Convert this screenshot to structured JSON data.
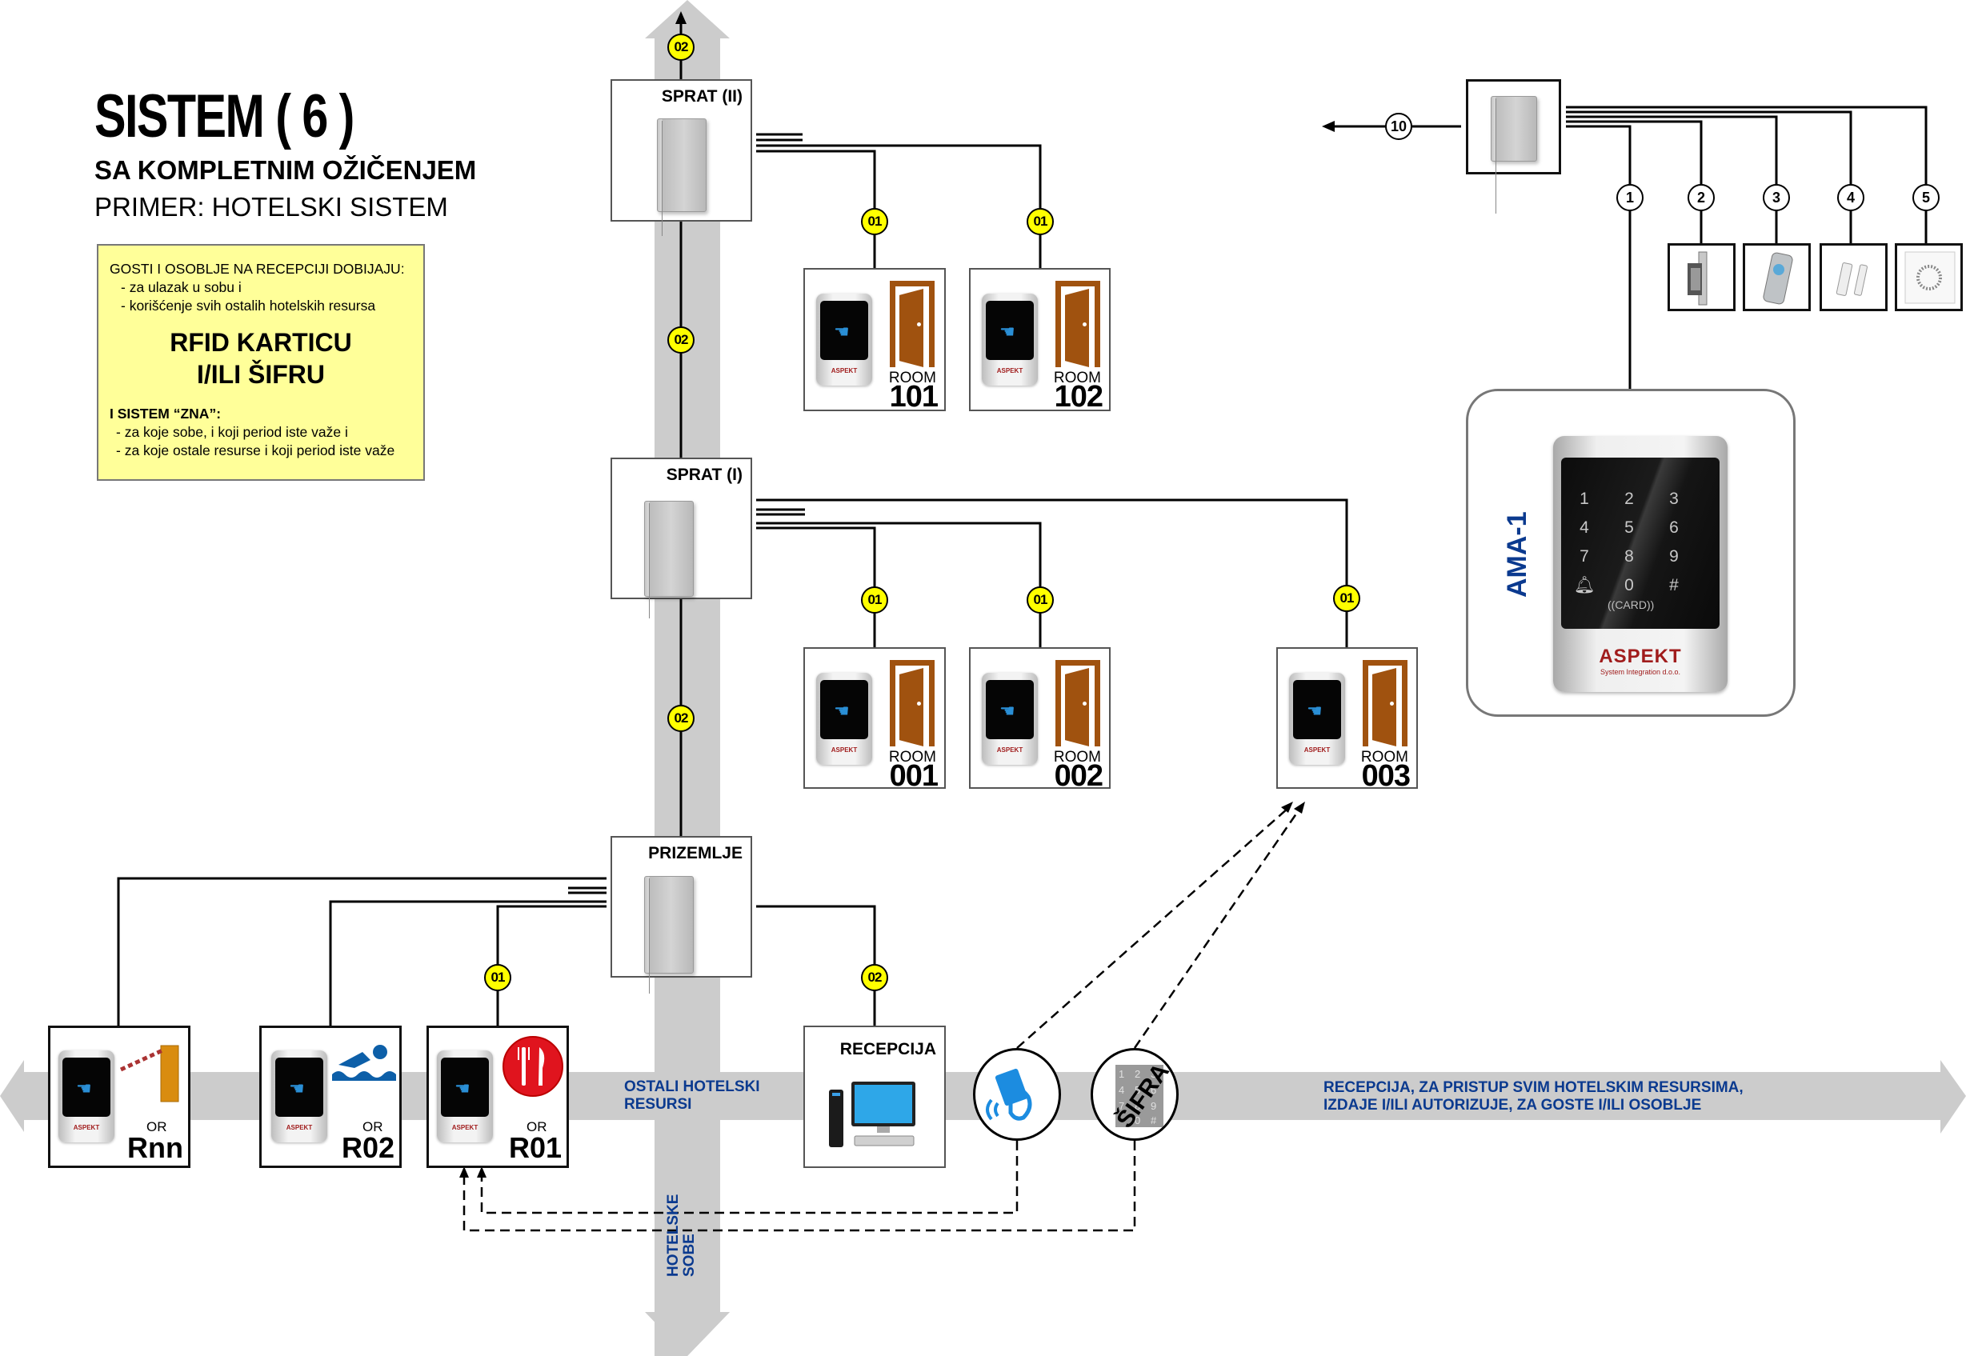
{
  "header": {
    "title": "SISTEM ( 6 )",
    "subtitle": "SA KOMPLETNIM OŽIČENJEM",
    "example": "PRIMER: HOTELSKI SISTEM"
  },
  "note": {
    "intro": "GOSTI I OSOBLJE NA RECEPCIJI DOBIJAJU:",
    "intro_items": [
      "- za ulazak u sobu i",
      "- korišćenje svih ostalih hotelskih resursa"
    ],
    "highlight_line1": "RFID KARTICU",
    "highlight_line2": "I/ILI ŠIFRU",
    "system_heading": "I SISTEM “ZNA”:",
    "system_items": [
      "- za koje sobe, i koji period iste važe i",
      "- za koje ostale resurse i koji period iste važe"
    ]
  },
  "controllers": [
    {
      "label": "SPRAT (II)"
    },
    {
      "label": "SPRAT (I)"
    },
    {
      "label": "PRIZEMLJE"
    }
  ],
  "cable_badges": {
    "riser": "02",
    "door": "01",
    "reception": "02"
  },
  "rooms": [
    {
      "word": "ROOM",
      "number": "101"
    },
    {
      "word": "ROOM",
      "number": "102"
    },
    {
      "word": "ROOM",
      "number": "001"
    },
    {
      "word": "ROOM",
      "number": "002"
    },
    {
      "word": "ROOM",
      "number": "003"
    }
  ],
  "resources": [
    {
      "or": "OR",
      "id": "Rnn",
      "icon": "parking-barrier-icon"
    },
    {
      "or": "OR",
      "id": "R02",
      "icon": "swimming-pool-icon"
    },
    {
      "or": "OR",
      "id": "R01",
      "icon": "restaurant-icon"
    }
  ],
  "reception": {
    "label": "RECEPCIJA",
    "icon": "computer-icon"
  },
  "credentials": {
    "card_icon": "rfid-card-icon",
    "code_label": "ŠIFRA",
    "code_keys": [
      "1",
      "2",
      "3",
      "4",
      "5",
      "6",
      "7",
      "8",
      "9",
      "*",
      "0",
      "#"
    ]
  },
  "arrows": {
    "left_label": "OSTALI HOTELSKI\nRESURSI",
    "left_label_lines": [
      "OSTALI HOTELSKI",
      "RESURSI"
    ],
    "right_label_lines": [
      "RECEPCIJA, ZA PRISTUP SVIM HOTELSKIM RESURSIMA,",
      "IZDAJE I/ILI AUTORIZUJE, ZA GOSTE I/ILI OSOBLJE"
    ],
    "vertical_label_lines": [
      "HOTELSKE",
      "SOBE"
    ]
  },
  "wiring_detail": {
    "uplink": "10",
    "ports": [
      "1",
      "2",
      "3",
      "4",
      "5"
    ],
    "devices": [
      "electric-strike-icon",
      "exit-button-icon",
      "door-contact-icon",
      "speaker-icon"
    ]
  },
  "ama": {
    "label": "AMA-1",
    "keys": [
      "1",
      "2",
      "3",
      "4",
      "5",
      "6",
      "7",
      "8",
      "9",
      "bell",
      "0",
      "#"
    ],
    "card_text": "((CARD))",
    "brand": "ASPEKT",
    "brand_sub": "System Integration d.o.o."
  },
  "reader_brand": "ASPEKT",
  "colors": {
    "badge_yellow": "#ffff00",
    "note_bg": "#ffff99",
    "arrow_gray": "#cccccc",
    "label_blue": "#0b3a8f",
    "door_brown": "#a0520f",
    "brand_red": "#a01c1c"
  }
}
